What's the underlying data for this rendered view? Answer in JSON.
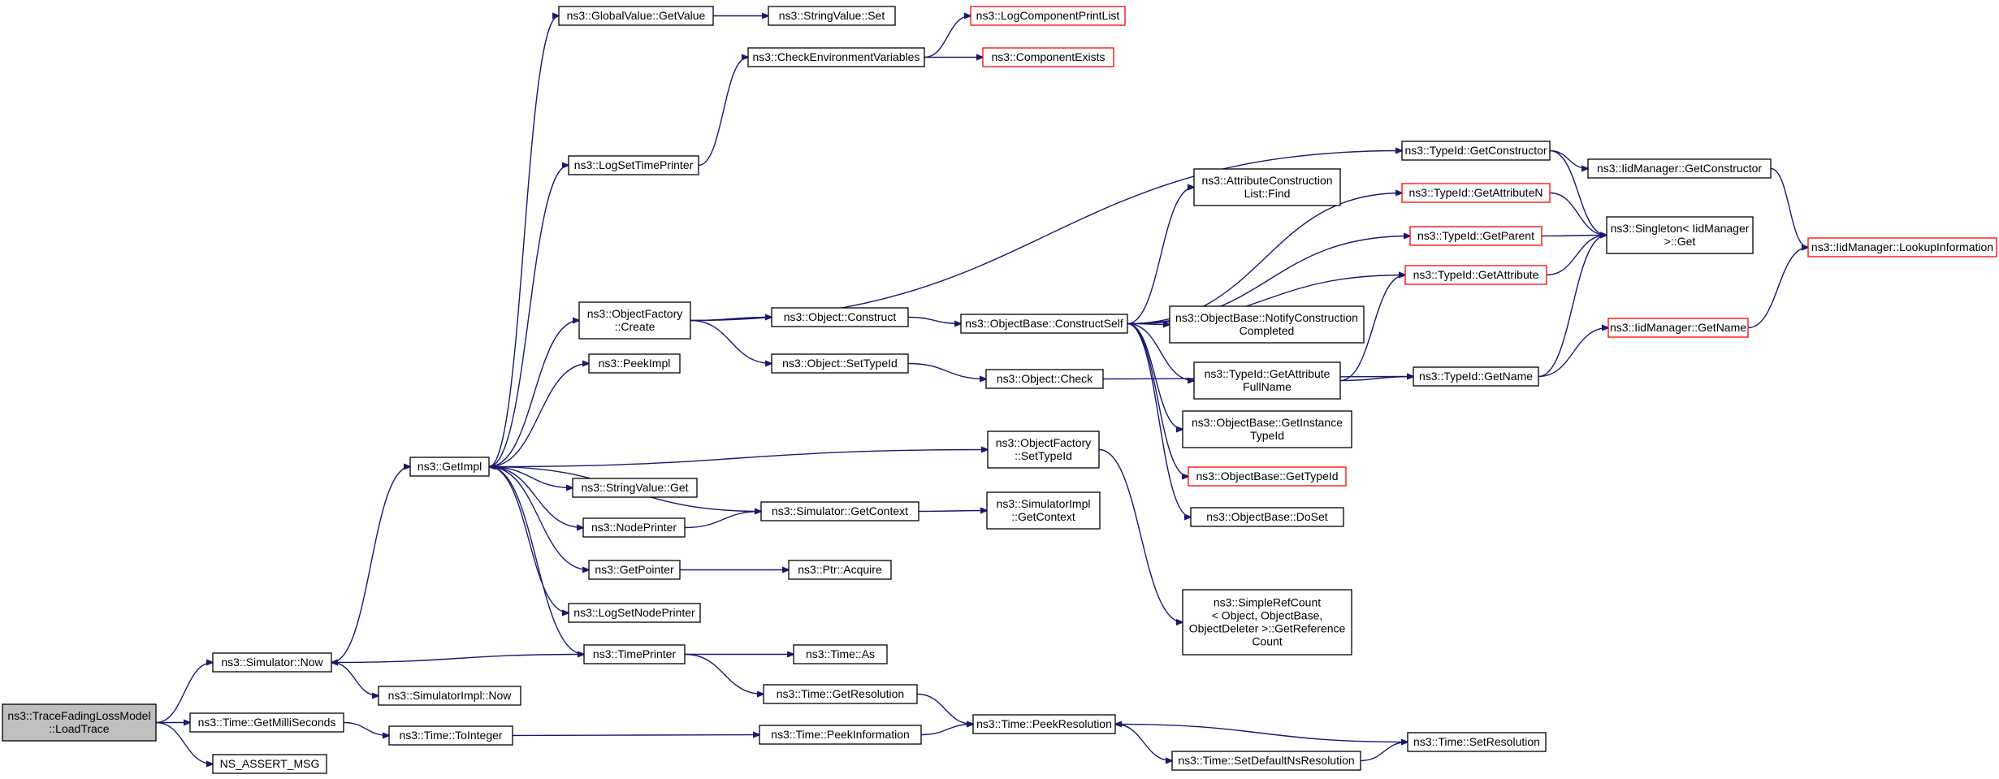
{
  "nodes": [
    {
      "id": "root",
      "lines": [
        "ns3::TraceFadingLossModel",
        "::LoadTrace"
      ],
      "style": "root"
    },
    {
      "id": "simnow",
      "lines": [
        "ns3::Simulator::Now"
      ]
    },
    {
      "id": "getms",
      "lines": [
        "ns3::Time::GetMilliSeconds"
      ]
    },
    {
      "id": "nsassert",
      "lines": [
        "NS_ASSERT_MSG"
      ]
    },
    {
      "id": "getimpl",
      "lines": [
        "ns3::GetImpl"
      ]
    },
    {
      "id": "simimplnow",
      "lines": [
        "ns3::SimulatorImpl::Now"
      ]
    },
    {
      "id": "tointeger",
      "lines": [
        "ns3::Time::ToInteger"
      ]
    },
    {
      "id": "gvgetvalue",
      "lines": [
        "ns3::GlobalValue::GetValue"
      ]
    },
    {
      "id": "svset",
      "lines": [
        "ns3::StringValue::Set"
      ]
    },
    {
      "id": "checkenv",
      "lines": [
        "ns3::CheckEnvironmentVariables"
      ]
    },
    {
      "id": "logcpl",
      "lines": [
        "ns3::LogComponentPrintList"
      ],
      "style": "red"
    },
    {
      "id": "compexists",
      "lines": [
        "ns3::ComponentExists"
      ],
      "style": "red"
    },
    {
      "id": "logsettp",
      "lines": [
        "ns3::LogSetTimePrinter"
      ]
    },
    {
      "id": "ofcreate",
      "lines": [
        "ns3::ObjectFactory",
        "::Create"
      ]
    },
    {
      "id": "peekimpl",
      "lines": [
        "ns3::PeekImpl"
      ]
    },
    {
      "id": "svget",
      "lines": [
        "ns3::StringValue::Get"
      ]
    },
    {
      "id": "nodeprinter",
      "lines": [
        "ns3::NodePrinter"
      ]
    },
    {
      "id": "getpointer",
      "lines": [
        "ns3::GetPointer"
      ]
    },
    {
      "id": "logsetnp",
      "lines": [
        "ns3::LogSetNodePrinter"
      ]
    },
    {
      "id": "timeprinter",
      "lines": [
        "ns3::TimePrinter"
      ]
    },
    {
      "id": "objconstruct",
      "lines": [
        "ns3::Object::Construct"
      ]
    },
    {
      "id": "objsettid",
      "lines": [
        "ns3::Object::SetTypeId"
      ]
    },
    {
      "id": "simgetctx",
      "lines": [
        "ns3::Simulator::GetContext"
      ]
    },
    {
      "id": "ptracquire",
      "lines": [
        "ns3::Ptr::Acquire"
      ]
    },
    {
      "id": "timeas",
      "lines": [
        "ns3::Time::As"
      ]
    },
    {
      "id": "timegetres",
      "lines": [
        "ns3::Time::GetResolution"
      ]
    },
    {
      "id": "timepeekinfo",
      "lines": [
        "ns3::Time::PeekInformation"
      ]
    },
    {
      "id": "obcs",
      "lines": [
        "ns3::ObjectBase::ConstructSelf"
      ]
    },
    {
      "id": "objcheck",
      "lines": [
        "ns3::Object::Check"
      ]
    },
    {
      "id": "ofsettid",
      "lines": [
        "ns3::ObjectFactory",
        "::SetTypeId"
      ]
    },
    {
      "id": "simimplgetctx",
      "lines": [
        "ns3::SimulatorImpl",
        "::GetContext"
      ]
    },
    {
      "id": "timepeekres",
      "lines": [
        "ns3::Time::PeekResolution"
      ]
    },
    {
      "id": "acl",
      "lines": [
        "ns3::AttributeConstruction",
        "List::Find"
      ]
    },
    {
      "id": "obnc",
      "lines": [
        "ns3::ObjectBase::NotifyConstruction",
        "Completed"
      ]
    },
    {
      "id": "tidgafn",
      "lines": [
        "ns3::TypeId::GetAttribute",
        "FullName"
      ]
    },
    {
      "id": "obgit",
      "lines": [
        "ns3::ObjectBase::GetInstance",
        "TypeId"
      ]
    },
    {
      "id": "obgettid",
      "lines": [
        "ns3::ObjectBase::GetTypeId"
      ],
      "style": "red"
    },
    {
      "id": "obdoset",
      "lines": [
        "ns3::ObjectBase::DoSet"
      ]
    },
    {
      "id": "simplerefcount",
      "lines": [
        "ns3::SimpleRefCount",
        "< Object, ObjectBase,",
        "ObjectDeleter >::GetReference",
        "Count"
      ]
    },
    {
      "id": "setdefres",
      "lines": [
        "ns3::Time::SetDefaultNsResolution"
      ]
    },
    {
      "id": "tidgetctor",
      "lines": [
        "ns3::TypeId::GetConstructor"
      ]
    },
    {
      "id": "tidgetattrn",
      "lines": [
        "ns3::TypeId::GetAttributeN"
      ],
      "style": "red"
    },
    {
      "id": "tidgetparent",
      "lines": [
        "ns3::TypeId::GetParent"
      ],
      "style": "red"
    },
    {
      "id": "tidgetattr",
      "lines": [
        "ns3::TypeId::GetAttribute"
      ],
      "style": "red"
    },
    {
      "id": "tidgetname",
      "lines": [
        "ns3::TypeId::GetName"
      ]
    },
    {
      "id": "timesetres",
      "lines": [
        "ns3::Time::SetResolution"
      ]
    },
    {
      "id": "iidgetctor",
      "lines": [
        "ns3::IidManager::GetConstructor"
      ]
    },
    {
      "id": "singletonget",
      "lines": [
        "ns3::Singleton< IidManager",
        ">::Get"
      ]
    },
    {
      "id": "iidgetname",
      "lines": [
        "ns3::IidManager::GetName"
      ],
      "style": "red"
    },
    {
      "id": "iidlookup",
      "lines": [
        "ns3::IidManager::LookupInformation"
      ],
      "style": "red"
    }
  ]
}
